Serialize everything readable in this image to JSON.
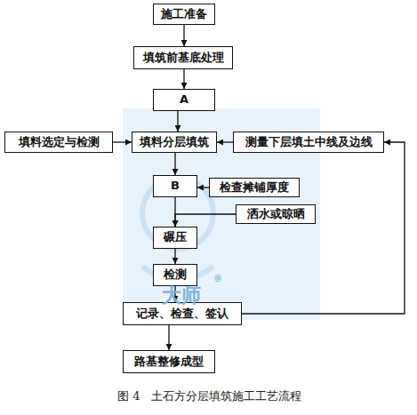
{
  "diagram": {
    "caption": "图 4　土石方分层填筑施工工艺流程",
    "nodes": [
      {
        "text": [
          "施工准备"
        ]
      },
      {
        "text": [
          "填筑前基底处理"
        ]
      },
      {
        "text": [
          "A"
        ]
      },
      {
        "text": [
          "填料选定与检测"
        ]
      },
      {
        "text": [
          "填料分层填筑"
        ]
      },
      {
        "text": [
          "测量下层填土中线及边线"
        ]
      },
      {
        "text": [
          "B"
        ]
      },
      {
        "text": [
          "检查摊铺厚度"
        ]
      },
      {
        "text": [
          "洒水或晾晒"
        ]
      },
      {
        "text": [
          "碾压"
        ]
      },
      {
        "text": [
          "检测"
        ]
      },
      {
        "text": [
          "记录、检查、签认"
        ]
      },
      {
        "text": [
          "路基整修成型"
        ]
      }
    ],
    "edges": [
      {
        "from": 0,
        "to": 1,
        "arrow": "to"
      },
      {
        "from": 1,
        "to": 2,
        "arrow": "to"
      },
      {
        "from": 2,
        "to": 4,
        "arrow": "to"
      },
      {
        "from": 3,
        "to": 4,
        "arrow": "to"
      },
      {
        "from": 5,
        "to": 4,
        "arrow": "to"
      },
      {
        "from": 4,
        "to": 6,
        "arrow": "to"
      },
      {
        "from": 7,
        "to": 6,
        "arrow": "to"
      },
      {
        "from": 6,
        "to": 9,
        "arrow": "to"
      },
      {
        "from": 8,
        "to": 9,
        "arrow": "to"
      },
      {
        "from": 9,
        "to": 10,
        "arrow": "to"
      },
      {
        "from": 10,
        "to": 11,
        "arrow": "to"
      },
      {
        "from": 11,
        "to": 12,
        "arrow": "to"
      },
      {
        "from": 11,
        "to": 5,
        "arrow": "to"
      }
    ],
    "labels": [
      "大师",
      "®"
    ]
  }
}
